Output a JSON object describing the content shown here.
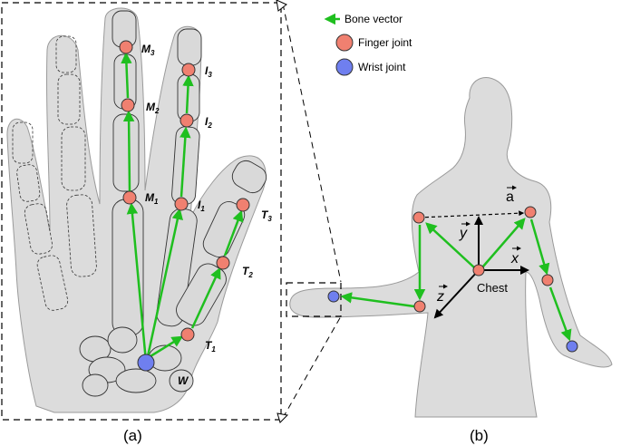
{
  "legend": {
    "bone_vector": "Bone vector",
    "finger_joint": "Finger joint",
    "wrist_joint": "Wrist joint"
  },
  "hand_labels": {
    "M3": "M",
    "M3_sub": "3",
    "M2": "M",
    "M2_sub": "2",
    "M1": "M",
    "M1_sub": "1",
    "I3": "I",
    "I3_sub": "3",
    "I2": "I",
    "I2_sub": "2",
    "I1": "I",
    "I1_sub": "1",
    "T3": "T",
    "T3_sub": "3",
    "T2": "T",
    "T2_sub": "2",
    "T1": "T",
    "T1_sub": "1",
    "W": "W"
  },
  "body_labels": {
    "a": "a",
    "y": "y",
    "x": "x",
    "z": "z",
    "chest": "Chest"
  },
  "captions": {
    "a": "(a)",
    "b": "(b)"
  },
  "colors": {
    "bone_vector": "#1fbf1f",
    "finger_joint": "#f08070",
    "wrist_joint": "#6f7fef",
    "silhouette": "#dcdcdc",
    "bone_fill": "#d9d9d9"
  }
}
